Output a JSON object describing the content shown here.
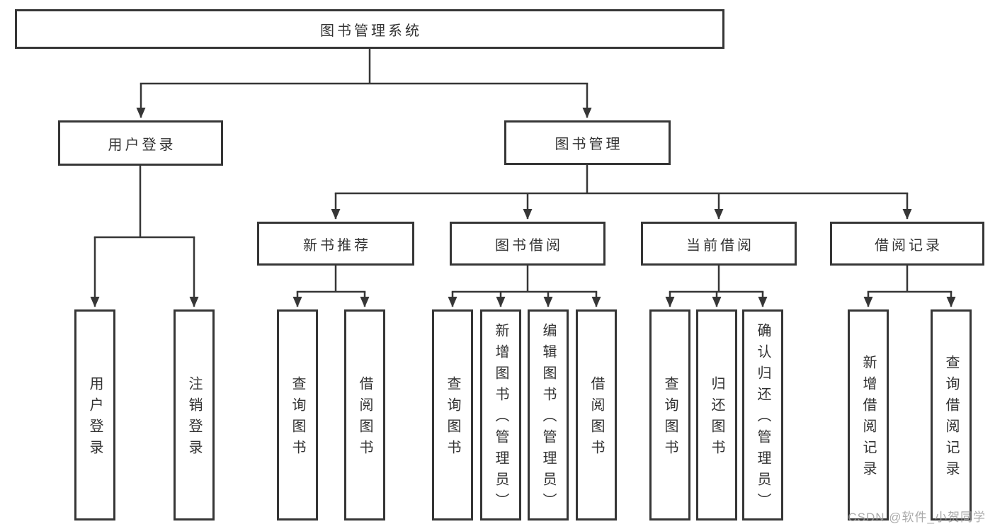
{
  "diagram": {
    "root": {
      "label": "图书管理系统"
    },
    "level2": [
      {
        "label": "用户登录"
      },
      {
        "label": "图书管理"
      }
    ],
    "level3": [
      {
        "label": "新书推荐"
      },
      {
        "label": "图书借阅"
      },
      {
        "label": "当前借阅"
      },
      {
        "label": "借阅记录"
      }
    ],
    "leaves": [
      {
        "label": "用户登录"
      },
      {
        "label": "注销登录"
      },
      {
        "label": "查询图书"
      },
      {
        "label": "借阅图书"
      },
      {
        "label": "查询图书"
      },
      {
        "label": "新增图书（管理员）"
      },
      {
        "label": "编辑图书（管理员）"
      },
      {
        "label": "借阅图书"
      },
      {
        "label": "查询图书"
      },
      {
        "label": "归还图书"
      },
      {
        "label": "确认归还（管理员）"
      },
      {
        "label": "新增借阅记录"
      },
      {
        "label": "查询借阅记录"
      }
    ],
    "watermark": "CSDN @软件_小贺同学",
    "colors": {
      "line": "#363636",
      "box_background": "#ffffff",
      "text": "#333333",
      "watermark": "#9b9b9b"
    }
  }
}
